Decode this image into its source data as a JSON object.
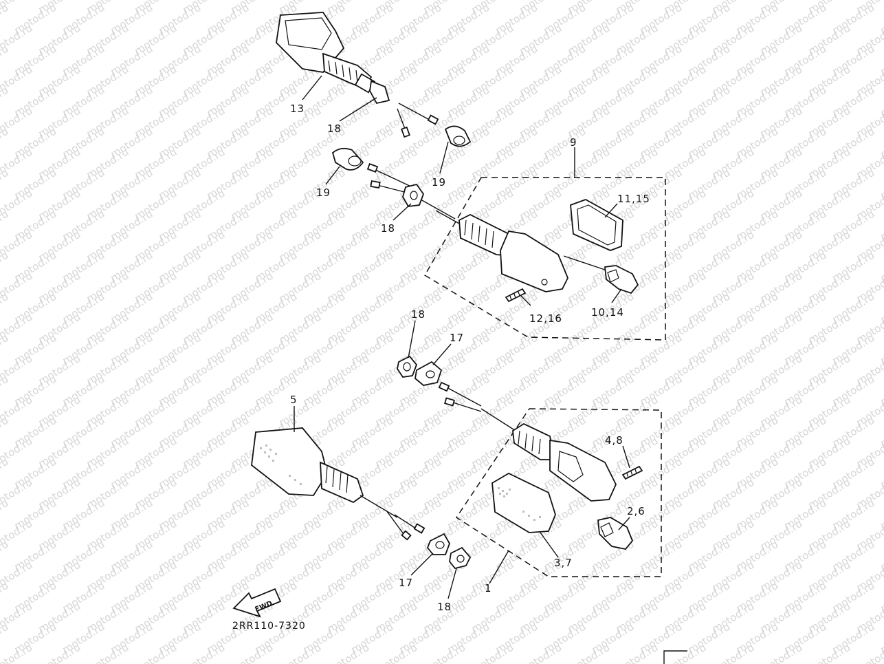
{
  "watermark": "motod.ru",
  "diagram_code": "2RR110-7320",
  "fwd_label": "FWD",
  "callouts": {
    "c13": "13",
    "c18_top": "18",
    "c19_right": "19",
    "c19_left": "19",
    "c18_mid": "18",
    "c9": "9",
    "c11_15": "11,15",
    "c12_16": "12,16",
    "c10_14": "10,14",
    "c18_center": "18",
    "c17_center": "17",
    "c5": "5",
    "c4_8": "4,8",
    "c2_6": "2,6",
    "c3_7": "3,7",
    "c1": "1",
    "c17_bottom": "17",
    "c18_bottom": "18"
  }
}
